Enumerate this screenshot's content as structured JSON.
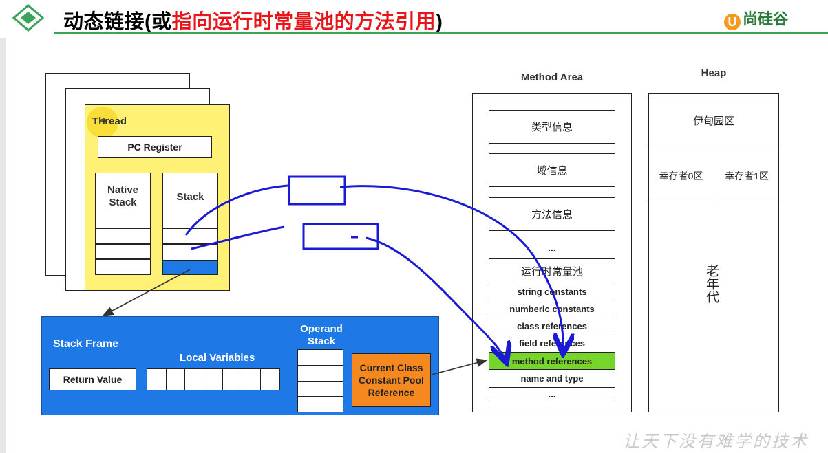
{
  "header": {
    "title_prefix": "动态链接(或",
    "title_highlight": "指向运行时常量池的方法引用",
    "title_suffix": ")",
    "brand": "尚硅谷"
  },
  "thread": {
    "label": "Thread",
    "pc_register": "PC Register",
    "native_stack": "Native Stack",
    "stack": "Stack"
  },
  "stack_frame": {
    "label": "Stack Frame",
    "local_variables": "Local Variables",
    "operand_stack": "Operand Stack",
    "return_value": "Return Value",
    "current_class_ref": "Current Class Constant Pool Reference"
  },
  "method_area": {
    "label": "Method Area",
    "type_info": "类型信息",
    "field_info": "域信息",
    "method_info": "方法信息",
    "ellipsis": "...",
    "constant_pool": {
      "title": "运行时常量池",
      "entries": [
        "string constants",
        "numberic constants",
        "class references",
        "field references",
        "method references",
        "name and type",
        "..."
      ]
    }
  },
  "heap": {
    "label": "Heap",
    "eden": "伊甸园区",
    "survivor0": "幸存者0区",
    "survivor1": "幸存者1区",
    "old_gen": "老年代"
  },
  "colors": {
    "thread_bg": "#fff176",
    "frame_bg": "#1e78e6",
    "current_class_bg": "#f5891f",
    "method_ref_bg": "#76d52b",
    "annotation": "#1a1ad6"
  },
  "footer": {
    "watermark": "让天下没有难学的技术"
  }
}
